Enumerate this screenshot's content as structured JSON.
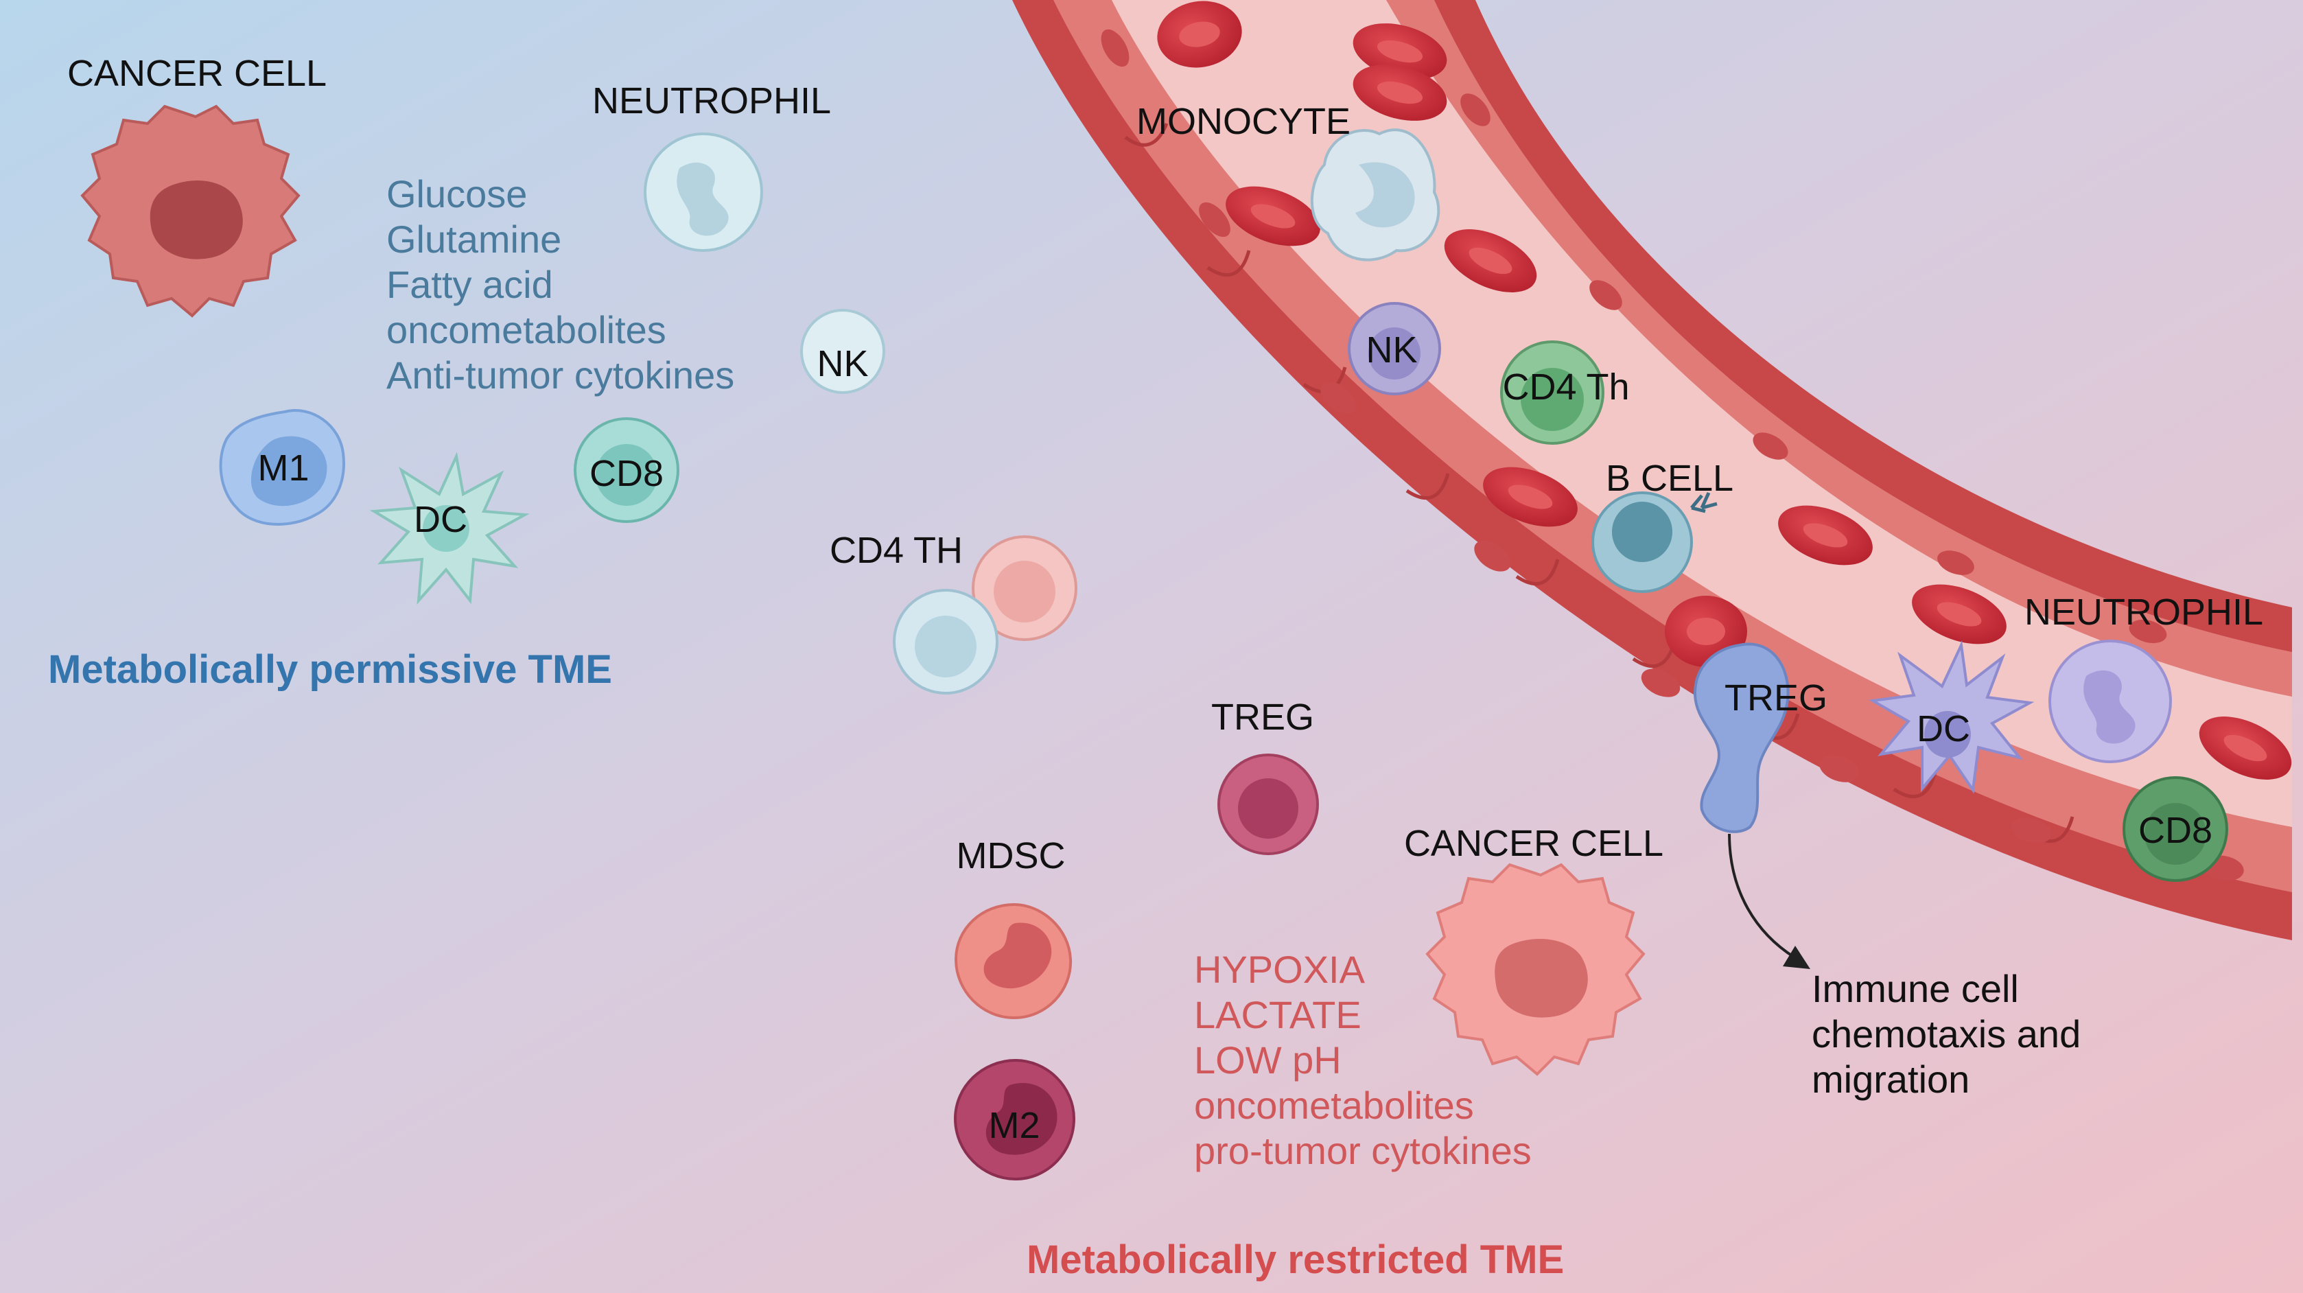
{
  "colors": {
    "bg_top_left": "#b8d6ec",
    "bg_mid": "#d6cde0",
    "bg_bottom_right": "#efc0c8",
    "vessel_wall": "#c84748",
    "vessel_lumen": "#f2c7c6",
    "permissive_text": "#4a7a9c",
    "permissive_heading": "#3475ae",
    "restricted_text": "#d0585a",
    "restricted_heading": "#d44e50",
    "rbc": "#c42a36"
  },
  "left": {
    "cancer_cell": "CANCER CELL",
    "neutrophil": "NEUTROPHIL",
    "nk": "NK",
    "m1": "M1",
    "dc": "DC",
    "cd8": "CD8",
    "cd4": "CD4 TH",
    "metabolites": [
      "Glucose",
      "Glutamine",
      "Fatty acid",
      "oncometabolites",
      "Anti-tumor cytokines"
    ],
    "heading": "Metabolically permissive TME"
  },
  "right": {
    "treg": "TREG",
    "mdsc": "MDSC",
    "m2": "M2",
    "cancer_cell": "CANCER CELL",
    "metabolites": [
      "HYPOXIA",
      "LACTATE",
      "LOW pH",
      "oncometabolites",
      "pro-tumor cytokines"
    ],
    "heading": "Metabolically restricted TME"
  },
  "vessel": {
    "monocyte": "MONOCYTE",
    "nk": "NK",
    "cd4": "CD4 Th",
    "b_cell": "B CELL",
    "treg": "TREG",
    "dc": "DC",
    "neutrophil": "NEUTROPHIL",
    "cd8": "CD8"
  },
  "migration_note": [
    "Immune cell",
    "chemotaxis and",
    "migration"
  ]
}
